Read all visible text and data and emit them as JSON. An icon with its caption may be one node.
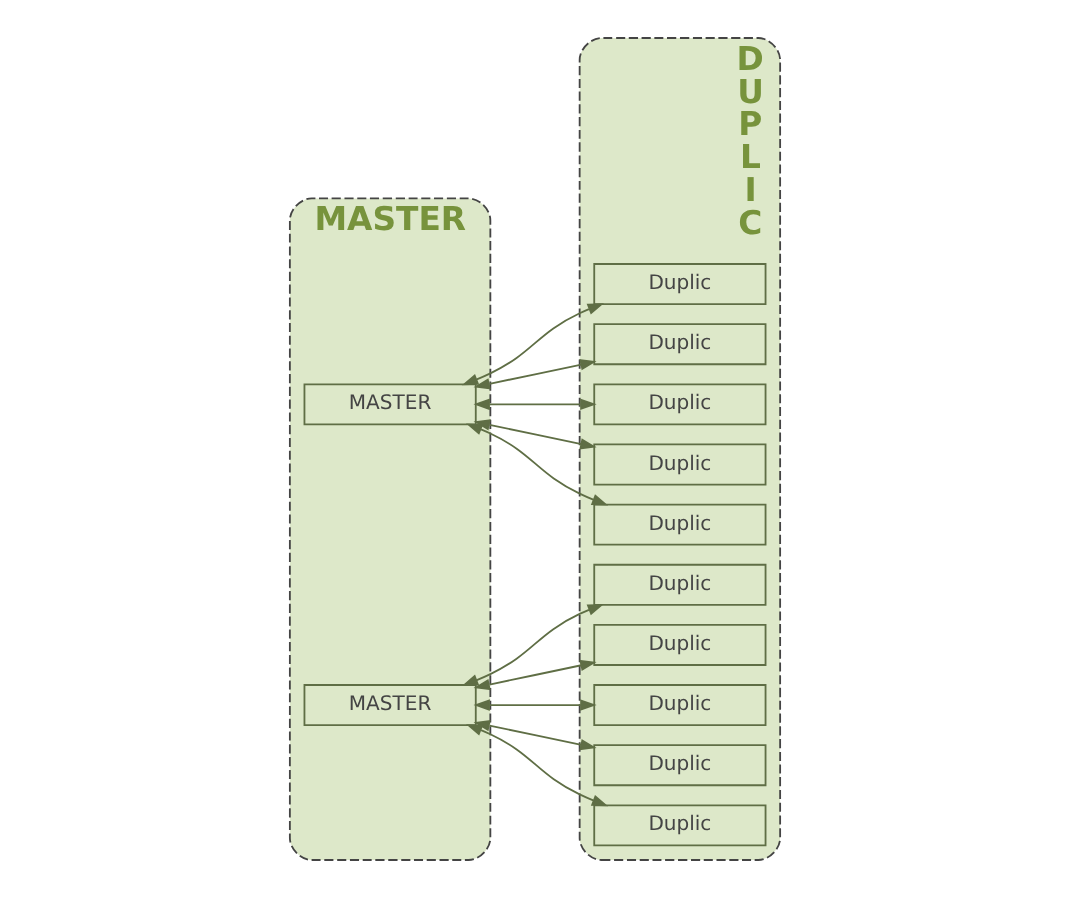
{
  "diagram": {
    "nodes": [
      {
        "text": [
          "MASTER"
        ]
      },
      {
        "text": [
          "DUPLIC"
        ]
      },
      {
        "text": [
          "MASTER"
        ],
        "in": 0
      },
      {
        "text": [
          "MASTER"
        ],
        "in": 0
      },
      {
        "text": [
          "Duplic"
        ],
        "in": 1
      },
      {
        "text": [
          "Duplic"
        ],
        "in": 1
      },
      {
        "text": [
          "Duplic"
        ],
        "in": 1
      },
      {
        "text": [
          "Duplic"
        ],
        "in": 1
      },
      {
        "text": [
          "Duplic"
        ],
        "in": 1
      },
      {
        "text": [
          "Duplic"
        ],
        "in": 1
      },
      {
        "text": [
          "Duplic"
        ],
        "in": 1
      },
      {
        "text": [
          "Duplic"
        ],
        "in": 1
      },
      {
        "text": [
          "Duplic"
        ],
        "in": 1
      },
      {
        "text": [
          "Duplic"
        ],
        "in": 1
      }
    ],
    "edges": [
      {
        "from": 2,
        "to": 4,
        "arrow": "both"
      },
      {
        "from": 2,
        "to": 5,
        "arrow": "both"
      },
      {
        "from": 2,
        "to": 6,
        "arrow": "both"
      },
      {
        "from": 2,
        "to": 7,
        "arrow": "both"
      },
      {
        "from": 2,
        "to": 8,
        "arrow": "both"
      },
      {
        "from": 3,
        "to": 9,
        "arrow": "both"
      },
      {
        "from": 3,
        "to": 10,
        "arrow": "both"
      },
      {
        "from": 3,
        "to": 11,
        "arrow": "both"
      },
      {
        "from": 3,
        "to": 12,
        "arrow": "both"
      },
      {
        "from": 3,
        "to": 13,
        "arrow": "both"
      }
    ]
  }
}
